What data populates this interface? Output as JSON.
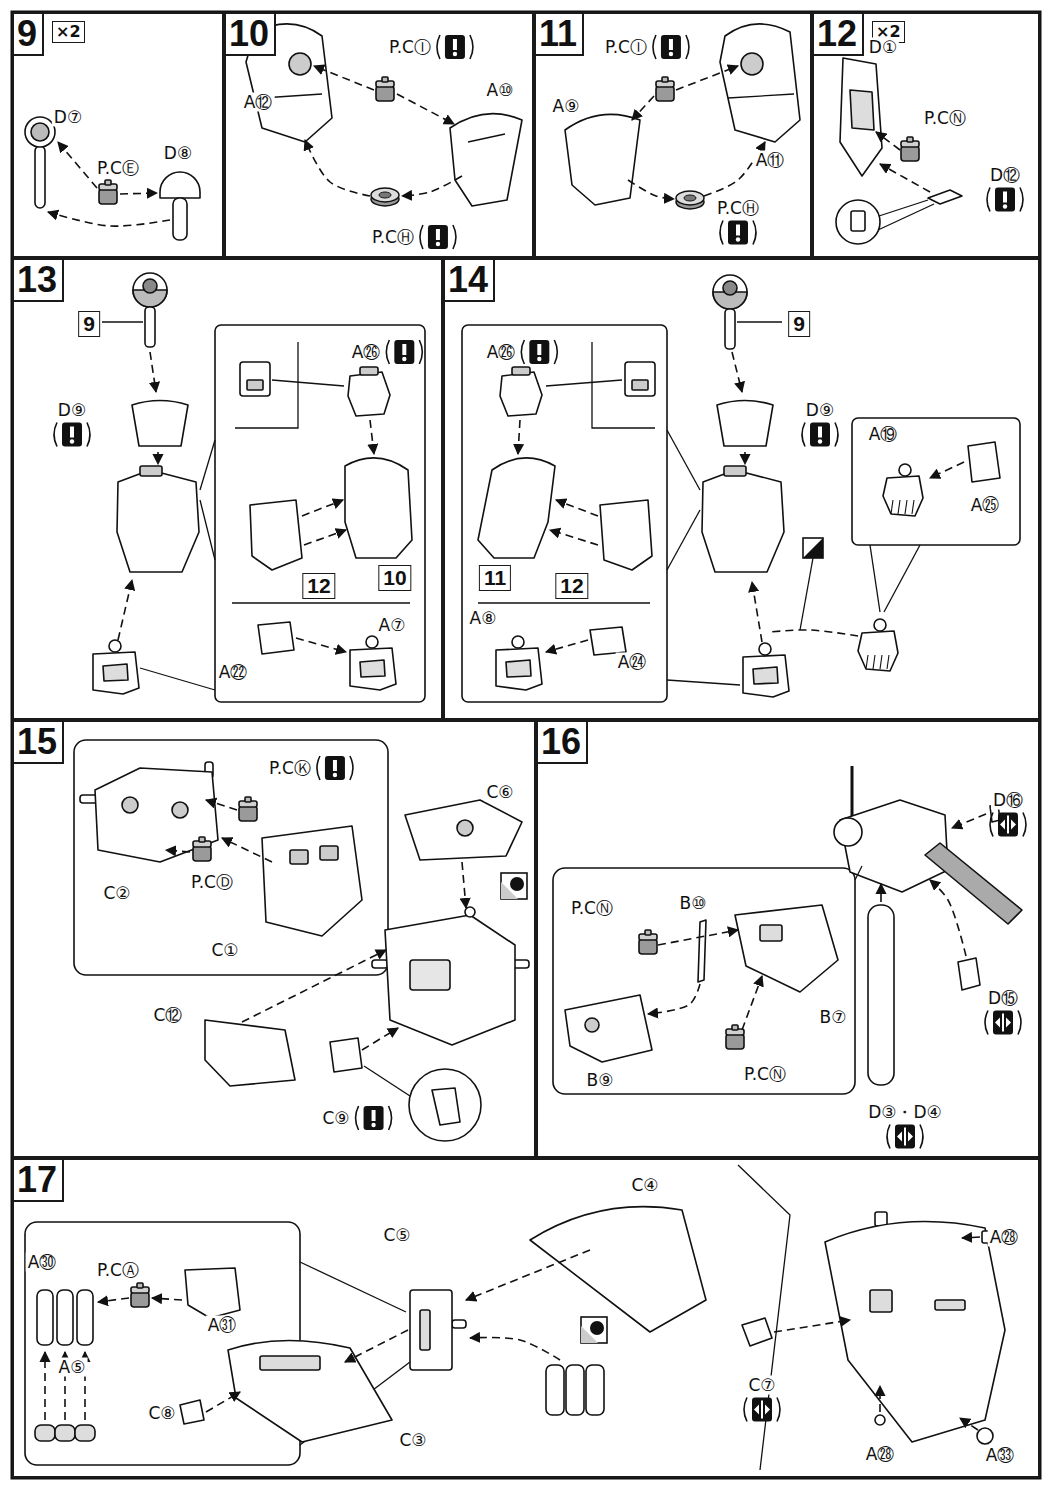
{
  "diagram": {
    "nodes": [
      {
        "text": [
          "9",
          "×2"
        ]
      },
      {
        "text": [
          "10"
        ]
      },
      {
        "text": [
          "11"
        ]
      },
      {
        "text": [
          "12",
          "×2"
        ]
      },
      {
        "text": [
          "13"
        ]
      },
      {
        "text": [
          "9"
        ],
        "in": 4
      },
      {
        "text": [
          "12"
        ],
        "in": 4
      },
      {
        "text": [
          "10"
        ],
        "in": 4
      },
      {
        "text": [
          "14"
        ]
      },
      {
        "text": [
          "9"
        ],
        "in": 8
      },
      {
        "text": [
          "11"
        ],
        "in": 8
      },
      {
        "text": [
          "12"
        ],
        "in": 8
      },
      {
        "text": [
          "15"
        ]
      },
      {
        "text": [
          "16"
        ]
      },
      {
        "text": [
          "17"
        ]
      }
    ],
    "labels": [
      "D⑦",
      "P.CⒺ",
      "D⑧",
      "P.CⒾ",
      "A⑩",
      "A⑫",
      "P.CⒽ",
      "P.CⒾ",
      "A⑨",
      "A⑪",
      "P.CⒽ",
      "D①",
      "P.CⓃ",
      "D⑫",
      "A㉖",
      "D⑨",
      "A⑦",
      "A㉒",
      "A㉖",
      "D⑨",
      "A⑲",
      "A㉕",
      "A⑧",
      "A㉔",
      "P.CⓀ",
      "C⑥",
      "C②",
      "P.CⒹ",
      "C①",
      "C⑫",
      "C⑨",
      "D⑯",
      "P.CⓃ",
      "B⑩",
      "D⑮",
      "B⑦",
      "P.CⓃ",
      "B⑨",
      "D③・D④",
      "C④",
      "C⑤",
      "A㉘",
      "A㉚",
      "P.CⒶ",
      "A㉛",
      "A⑤",
      "C⑦",
      "C⑧",
      "C③",
      "A㉘",
      "A㉝"
    ]
  }
}
